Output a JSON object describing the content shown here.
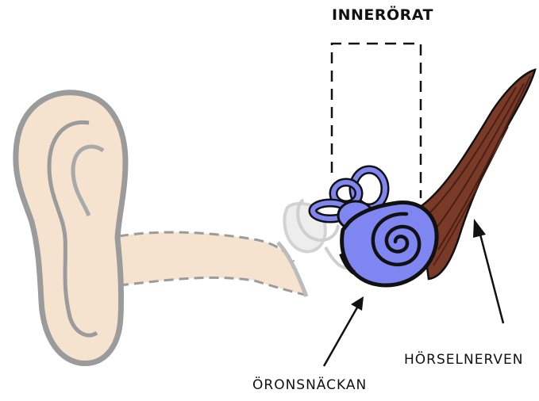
{
  "labels": {
    "inner_ear": "INNERÖRAT",
    "auditory_nerve": "HÖRSELNERVEN",
    "cochlea": "ÖRONSNÄCKAN"
  },
  "colors": {
    "skin_fill": "#f5e3d0",
    "skin_outline": "#9b9b9b",
    "cochlea_fill": "#7f86f2",
    "nerve_fill": "#7a3a28",
    "nerve_stripe": "#4a1f14",
    "ink": "#111111",
    "membrane": "#cfcfcf"
  }
}
